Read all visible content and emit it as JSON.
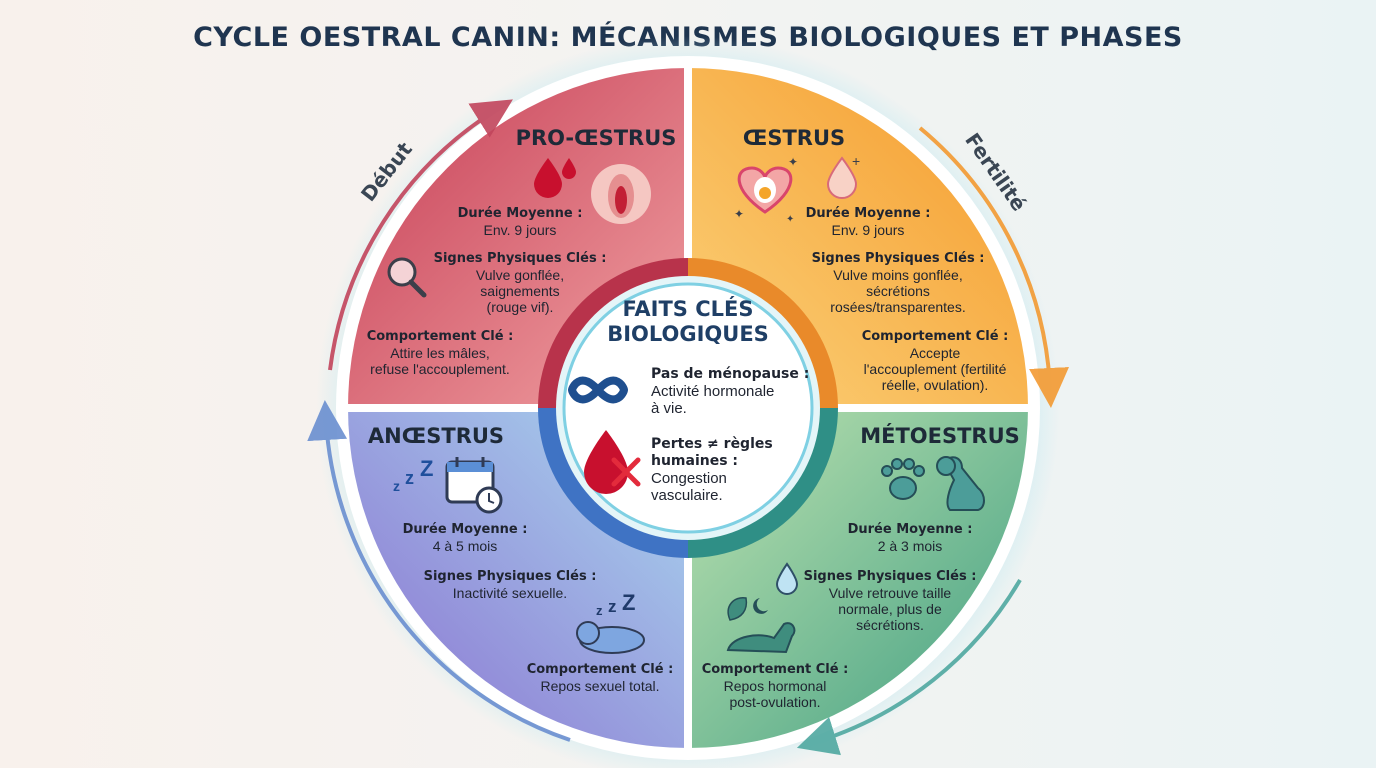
{
  "title": "CYCLE OESTRAL CANIN: MÉCANISMES BIOLOGIQUES ET PHASES",
  "arc_labels": {
    "debut": "Début",
    "fertilite": "Fertilité"
  },
  "center": {
    "title_line1": "FAITS CLÉS",
    "title_line2": "BIOLOGIQUES",
    "facts": [
      {
        "label": "Pas de ménopause :",
        "lines": [
          "Activité hormonale",
          "à vie."
        ]
      },
      {
        "label_line1": "Pertes ≠ règles",
        "label_line2": "humaines :",
        "lines": [
          "Congestion",
          "vasculaire."
        ]
      }
    ]
  },
  "phases": {
    "proestrus": {
      "name": "PRO-ŒSTRUS",
      "duree_label": "Durée Moyenne :",
      "duree": "Env. 9 jours",
      "signes_label": "Signes Physiques Clés :",
      "signes": [
        "Vulve gonflée,",
        "saignements",
        "(rouge vif)."
      ],
      "comport_label": "Comportement Clé :",
      "comport": [
        "Attire les mâles,",
        "refuse l'accouplement."
      ],
      "color": "#d9576a"
    },
    "oestrus": {
      "name": "ŒSTRUS",
      "duree_label": "Durée Moyenne :",
      "duree": "Env. 9 jours",
      "signes_label": "Signes Physiques Clés :",
      "signes": [
        "Vulve moins gonflée,",
        "sécrétions",
        "rosées/transparentes."
      ],
      "comport_label": "Comportement Clé :",
      "comport": [
        "Accepte",
        "l'accouplement (fertilité",
        "réelle, ovulation)."
      ],
      "color": "#f6a43a"
    },
    "anoestrus": {
      "name": "ANŒSTRUS",
      "duree_label": "Durée Moyenne :",
      "duree": "4 à 5 mois",
      "signes_label": "Signes Physiques Clés :",
      "signes": [
        "Inactivité sexuelle."
      ],
      "comport_label": "Comportement Clé :",
      "comport": [
        "Repos sexuel total."
      ],
      "color": "#8d86d6"
    },
    "metoestrus": {
      "name": "MÉTOESTRUS",
      "duree_label": "Durée Moyenne :",
      "duree": "2 à 3 mois",
      "signes_label": "Signes Physiques Clés :",
      "signes": [
        "Vulve retrouve taille",
        "normale, plus de",
        "sécrétions."
      ],
      "comport_label": "Comportement Clé :",
      "comport": [
        "Repos hormonal",
        "post-ovulation."
      ],
      "color": "#5fb49a"
    }
  }
}
